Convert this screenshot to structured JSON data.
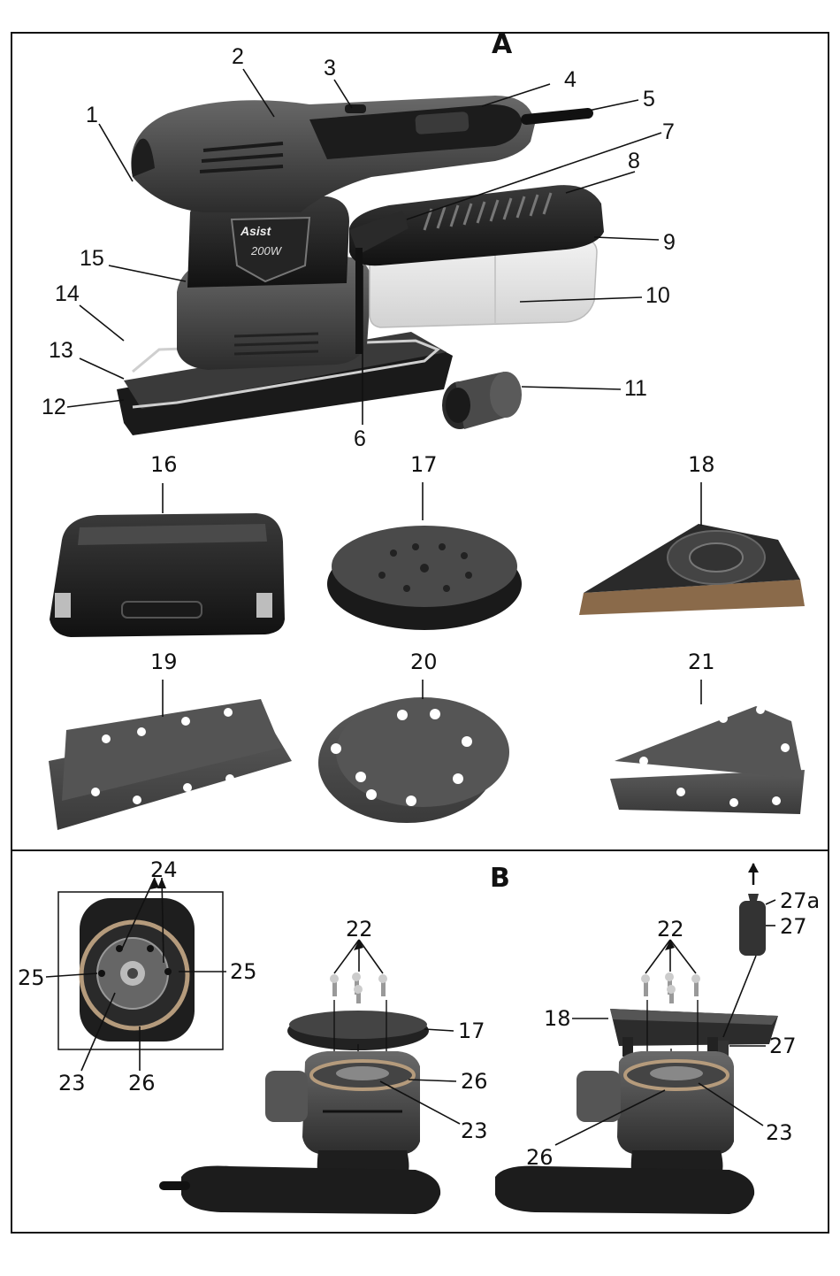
{
  "sections": {
    "a": "A",
    "b": "B"
  },
  "device": {
    "model_label": "Asist",
    "power_label": "200W"
  },
  "part_numbers": {
    "p1": "1",
    "p2": "2",
    "p3": "3",
    "p4": "4",
    "p5": "5",
    "p6": "6",
    "p7": "7",
    "p8": "8",
    "p9": "9",
    "p10": "10",
    "p11": "11",
    "p12": "12",
    "p13": "13",
    "p14": "14",
    "p15": "15",
    "p16": "16",
    "p17": "17",
    "p18": "18",
    "p19": "19",
    "p20": "20",
    "p21": "21",
    "p22": "22",
    "p23": "23",
    "p24": "24",
    "p25": "25",
    "p26": "26",
    "p27": "27",
    "p27a": "27a"
  }
}
